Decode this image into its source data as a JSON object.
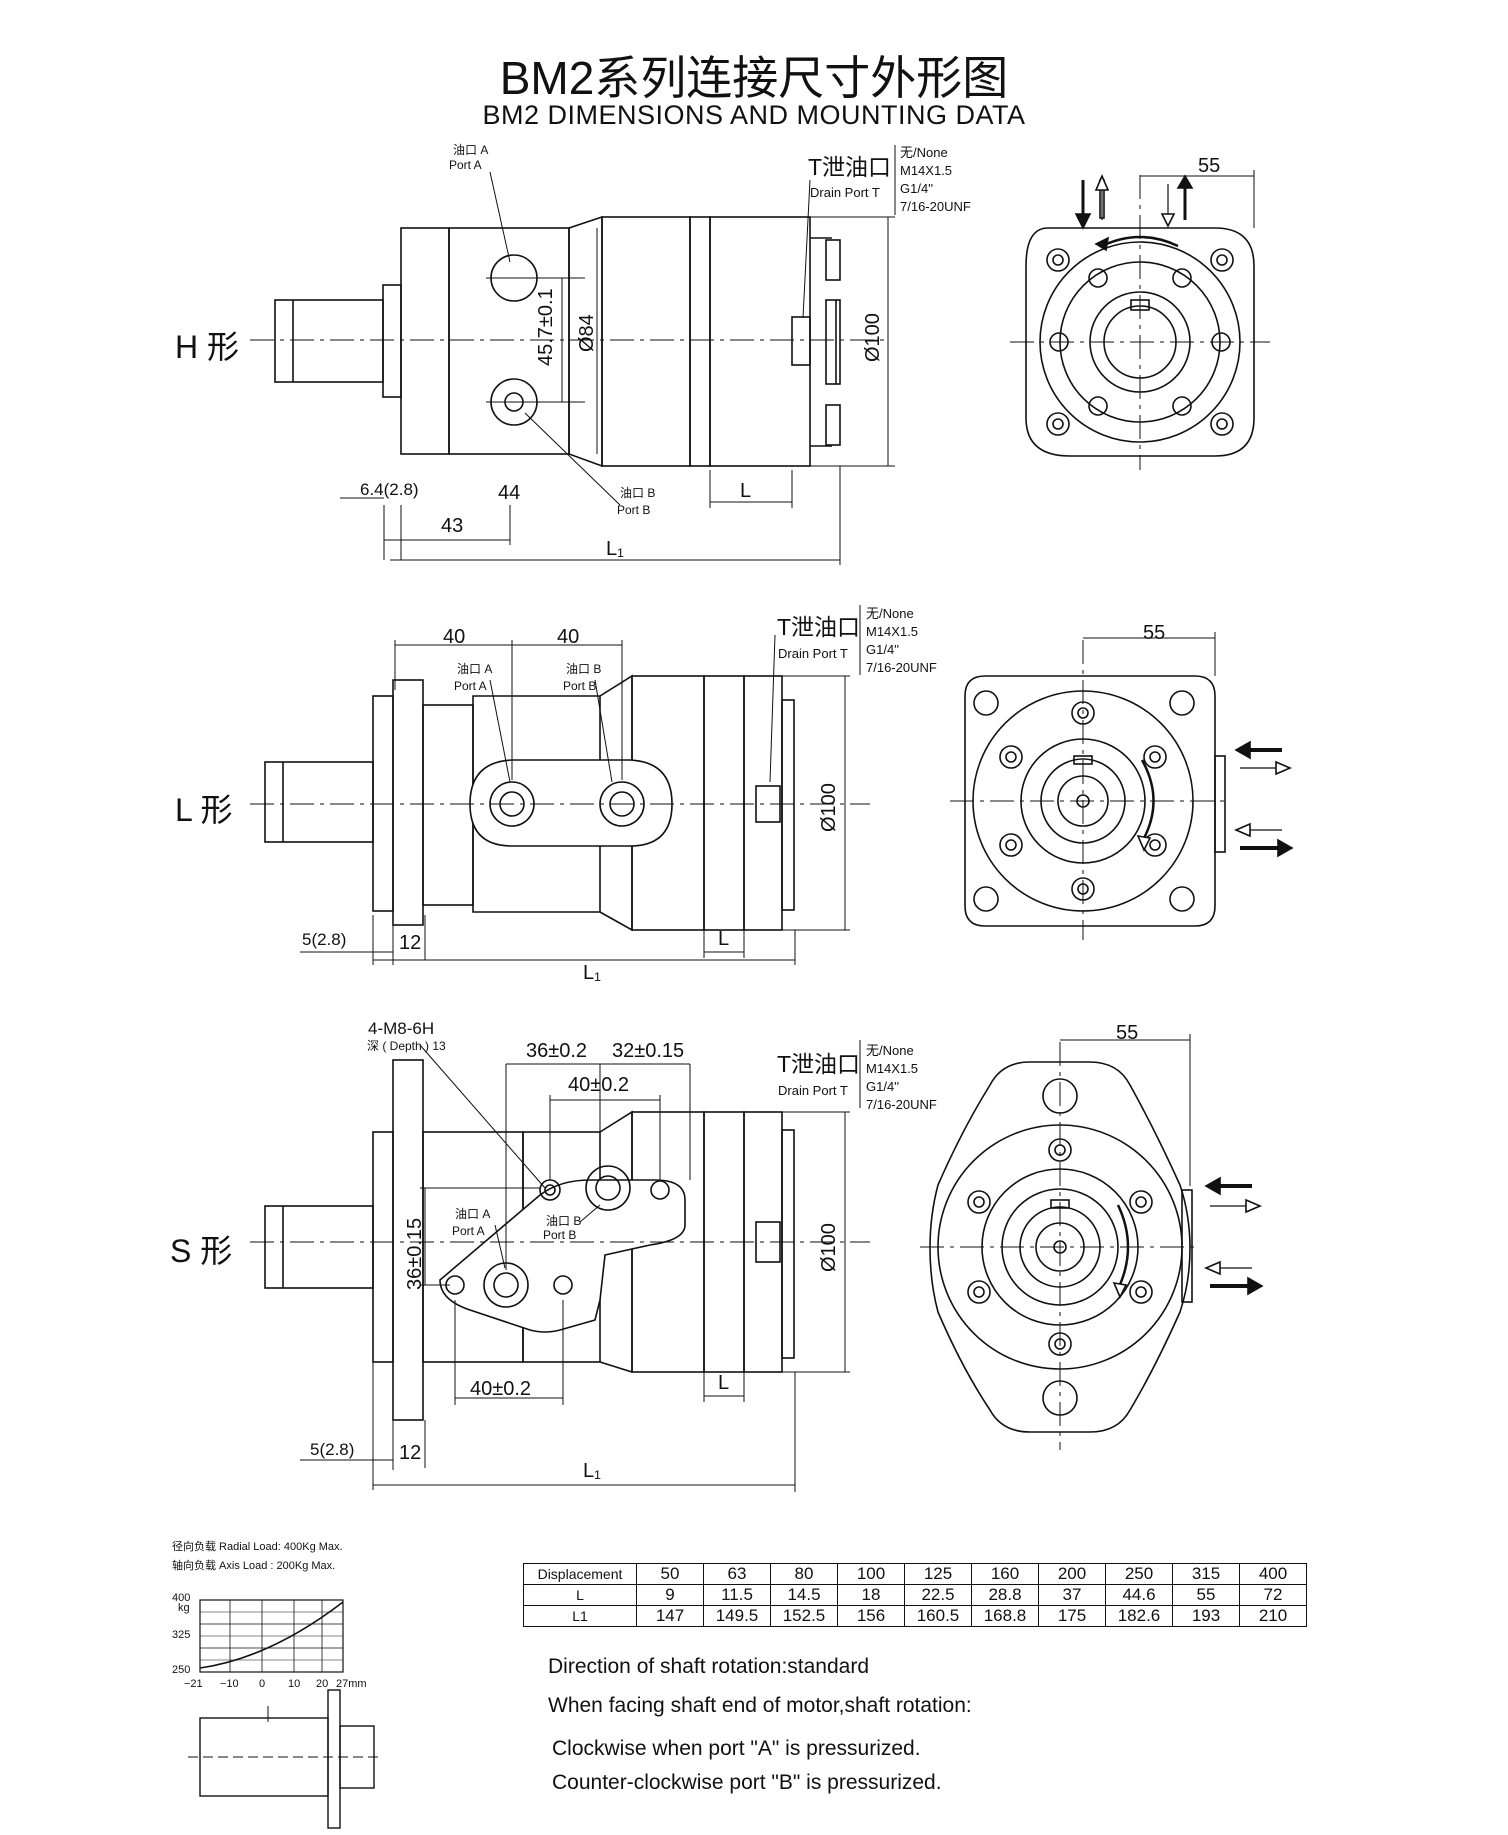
{
  "title_cn": "BM2系列连接尺寸外形图",
  "title_en": "BM2 DIMENSIONS AND MOUNTING DATA",
  "views": {
    "h": {
      "label": "H 形",
      "port_a": [
        "油口 A",
        "Port  A"
      ],
      "port_b": [
        "油口 B",
        "Port  B"
      ],
      "drain_title": "T泄油口",
      "drain_sub": "Drain Port T",
      "drain_options": [
        "无/None",
        "M14X1.5",
        "G1/4''",
        "7/16-20UNF"
      ],
      "dims": [
        "45.7±0.1",
        "Ø84",
        "Ø100",
        "6.4(2.8)",
        "44",
        "43",
        "L",
        "L₁",
        "55"
      ]
    },
    "l": {
      "label": "L 形",
      "port_a": [
        "油口 A",
        "Port  A"
      ],
      "port_b": [
        "油口 B",
        "Port  B"
      ],
      "drain_title": "T泄油口",
      "drain_sub": "Drain Port T",
      "drain_options": [
        "无/None",
        "M14X1.5",
        "G1/4''",
        "7/16-20UNF"
      ],
      "dims": [
        "40",
        "40",
        "Ø100",
        "5(2.8)",
        "12",
        "L",
        "L₁",
        "55"
      ]
    },
    "s": {
      "label": "S 形",
      "port_a": [
        "油口 A",
        "Port  A"
      ],
      "port_b": [
        "油口 B",
        "Port  B"
      ],
      "thread": "4-M8-6H",
      "thread_depth": "深 ( Depth ) 13",
      "drain_title": "T泄油口",
      "drain_sub": "Drain Port T",
      "drain_options": [
        "无/None",
        "M14X1.5",
        "G1/4''",
        "7/16-20UNF"
      ],
      "dims": [
        "36±0.2",
        "32±0.15",
        "40±0.2",
        "36±0.15",
        "40±0.2",
        "Ø100",
        "5(2.8)",
        "12",
        "L",
        "L₁",
        "55"
      ]
    }
  },
  "load": {
    "radial": "径向负载  Radial Load:  400Kg Max.",
    "axis": "轴向负载  Axis Load :   200Kg Max.",
    "y_unit": "kg",
    "y_ticks": [
      "400",
      "325",
      "250"
    ],
    "x_ticks": [
      "−21",
      "−10",
      "0",
      "10",
      "20",
      "27mm"
    ]
  },
  "table": {
    "header": "Displacement",
    "rows": [
      {
        "label": "L",
        "values": [
          "9",
          "11.5",
          "14.5",
          "18",
          "22.5",
          "28.8",
          "37",
          "44.6",
          "55",
          "72"
        ]
      },
      {
        "label": "L1",
        "values": [
          "147",
          "149.5",
          "152.5",
          "156",
          "160.5",
          "168.8",
          "175",
          "182.6",
          "193",
          "210"
        ]
      }
    ],
    "displacements": [
      "50",
      "63",
      "80",
      "100",
      "125",
      "160",
      "200",
      "250",
      "315",
      "400"
    ]
  },
  "notes": [
    "Direction of shaft rotation:standard",
    "When facing shaft end of motor,shaft rotation:",
    "Clockwise when port \"A\" is pressurized.",
    "Counter-clockwise port \"B\" is pressurized."
  ]
}
